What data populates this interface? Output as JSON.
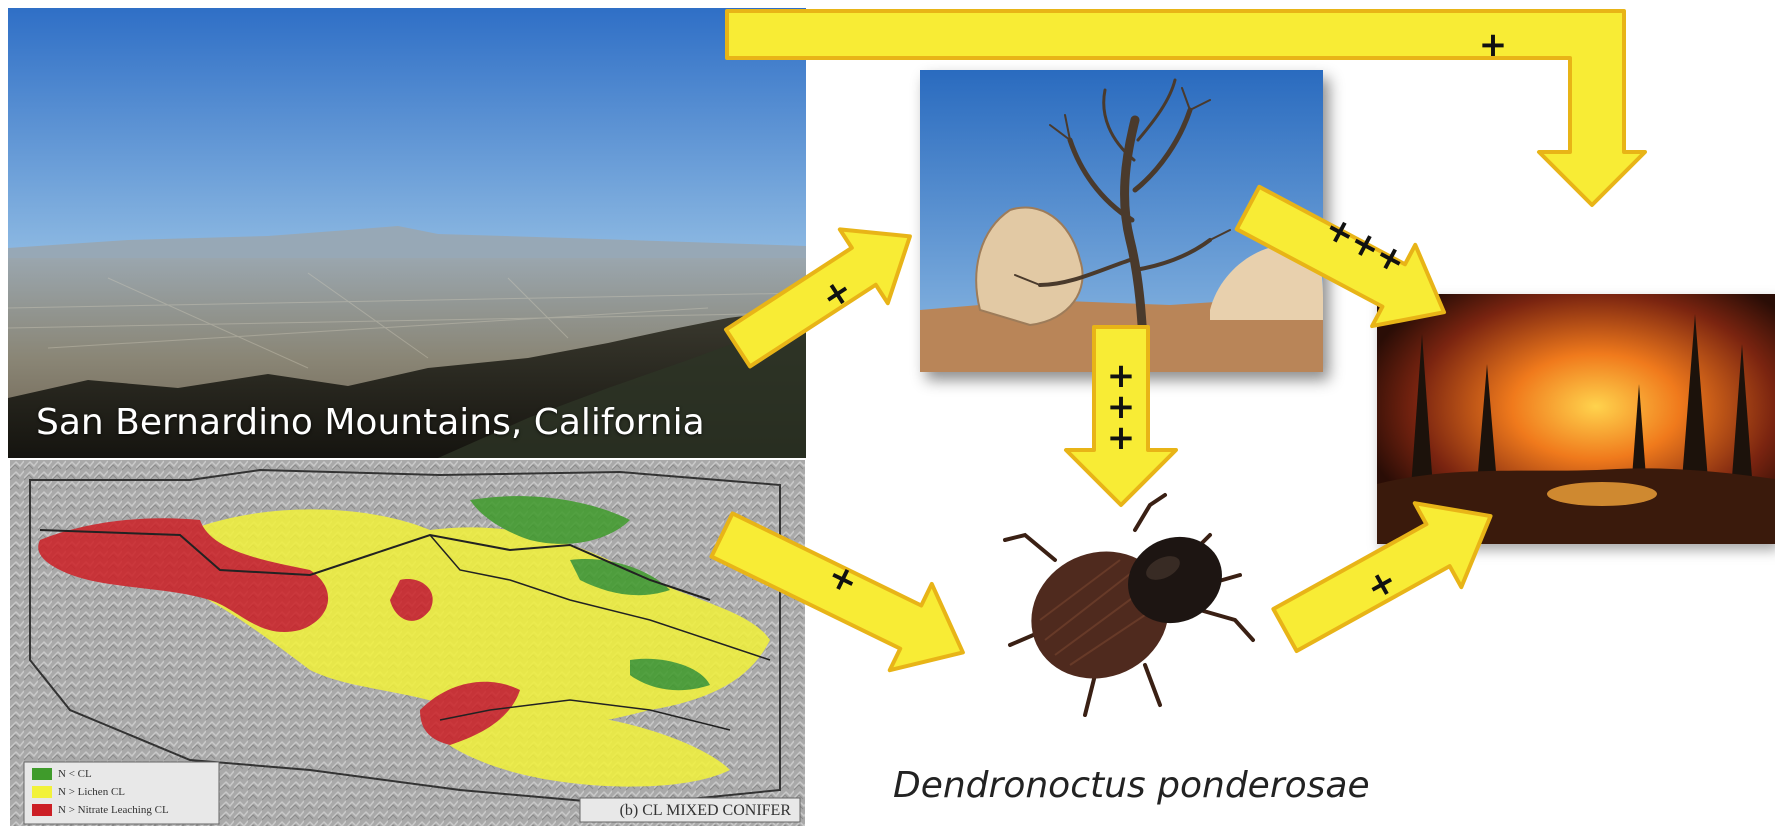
{
  "photos": {
    "mountains_caption": "San Bernardino Mountains, California",
    "tree_photo": "dead-pine-tree-photo",
    "fire_photo": "forest-fire-photo",
    "beetle_caption": "Dendronoctus ponderosae"
  },
  "map": {
    "legend": [
      {
        "label": "N < CL",
        "color": "#3f9b2b"
      },
      {
        "label": "N > Lichen CL",
        "color": "#f2f23a"
      },
      {
        "label": "N > Nitrate Leaching CL",
        "color": "#cc1f25"
      }
    ],
    "panel_label": "(b) CL MIXED CONIFER"
  },
  "arrows": {
    "top_bar": "+",
    "pollution_to_tree": "+",
    "tree_to_fire": "+++",
    "tree_to_beetle_1": "+",
    "tree_to_beetle_2": "+",
    "tree_to_beetle_3": "+",
    "map_to_beetle": "+",
    "beetle_to_fire": "+"
  },
  "colors": {
    "arrow_fill": "#f8ec35",
    "arrow_stroke": "#e8b417"
  }
}
